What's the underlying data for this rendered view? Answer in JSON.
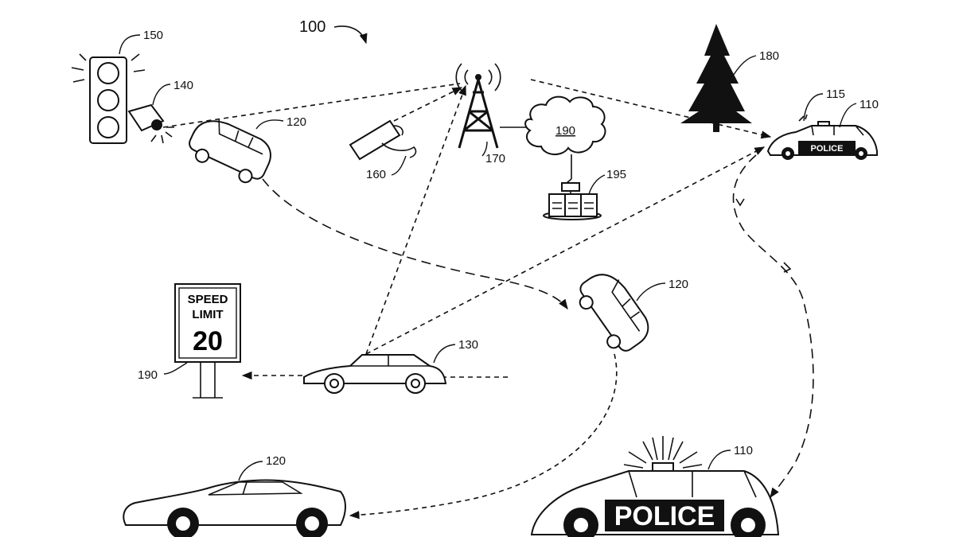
{
  "figure": {
    "figure_number": "100"
  },
  "labels": {
    "police_car_top": "110",
    "police_car_bottom": "110",
    "police_light_top": "115",
    "car_top_left": "120",
    "car_middle_right": "120",
    "car_bottom_left": "120",
    "sedan": "130",
    "camera_on_light": "140",
    "traffic_light": "150",
    "street_camera": "160",
    "tower": "170",
    "tree": "180",
    "cloud": "190",
    "speed_sign": "190",
    "servers": "195"
  },
  "speed_sign": {
    "line1": "SPEED",
    "line2": "LIMIT",
    "value": "20"
  },
  "police": {
    "top_text": "POLICE",
    "bottom_text": "POLICE"
  }
}
